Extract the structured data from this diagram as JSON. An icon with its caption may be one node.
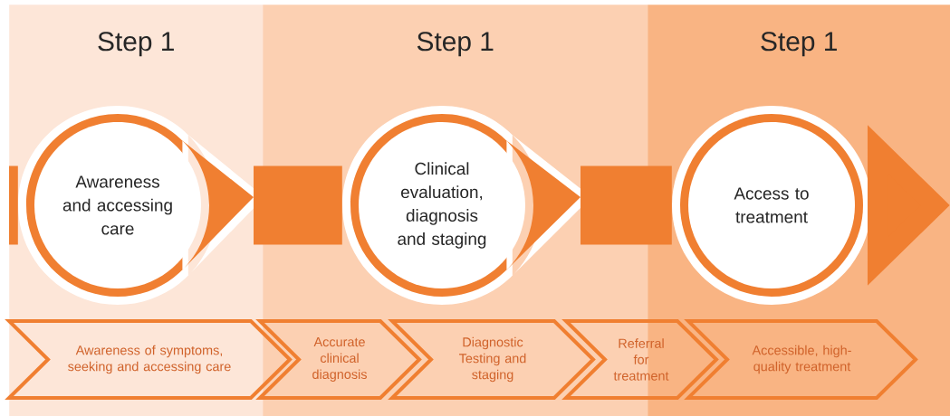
{
  "diagram": {
    "nodes": [
      {
        "text": [
          "Step 1"
        ]
      },
      {
        "text": [
          "Step 1"
        ]
      },
      {
        "text": [
          "Step 1"
        ]
      },
      {
        "text": [
          "Awareness and accessing care"
        ],
        "in": 0
      },
      {
        "text": [
          "Clinical evaluation, diagnosis and staging"
        ],
        "in": 1
      },
      {
        "text": [
          "Access to treatment"
        ],
        "in": 2
      },
      {
        "text": [
          "Awareness of symptoms, seeking and accessing care"
        ]
      },
      {
        "text": [
          "Accurate clinical diagnosis"
        ],
        "in": 1
      },
      {
        "text": [
          "Diagnostic Testing and staging"
        ],
        "in": 1
      },
      {
        "text": [
          "Referral for treatment"
        ]
      },
      {
        "text": [
          "Accessible, high-quality treatment"
        ],
        "in": 2
      }
    ],
    "edges": [
      {
        "from": null,
        "to": 3,
        "arrow": "none"
      },
      {
        "from": 3,
        "to": 4,
        "arrow": "none"
      },
      {
        "from": 4,
        "to": 5,
        "arrow": "none"
      },
      {
        "from": 5,
        "to": null,
        "arrow": "to"
      }
    ]
  }
}
